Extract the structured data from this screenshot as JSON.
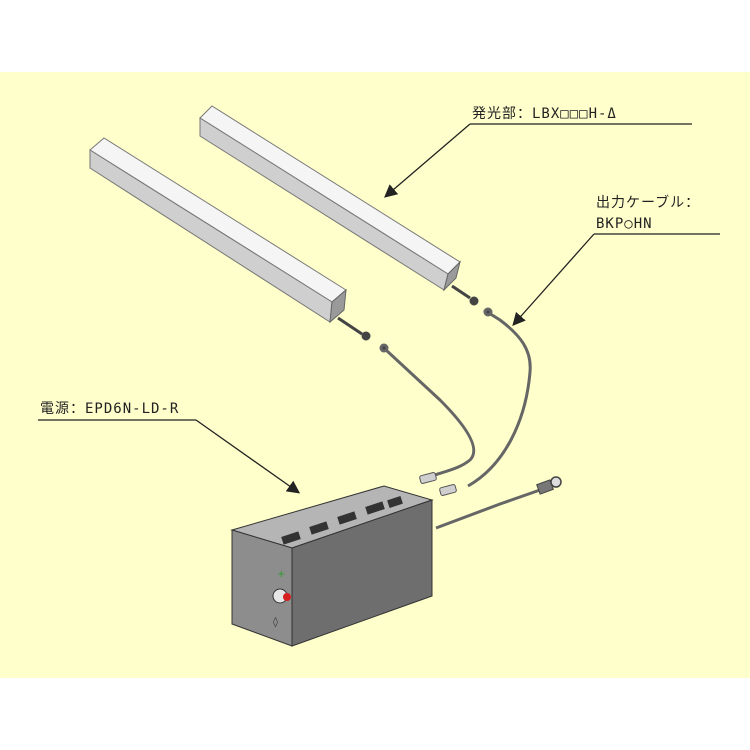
{
  "labels": {
    "emitter": "発光部：LBX□□□H-Δ",
    "cable_line1": "出力ケーブル：",
    "cable_line2": "BKP○HN",
    "power": "電源：EPD6N-LD-R"
  },
  "colors": {
    "panel": "#ffffcc",
    "bar_top": "#f2f2f2",
    "bar_side": "#bdbdbd",
    "box": "#8c8c8c",
    "dial_red": "#d62020",
    "plus_green": "#2e9a2e"
  }
}
